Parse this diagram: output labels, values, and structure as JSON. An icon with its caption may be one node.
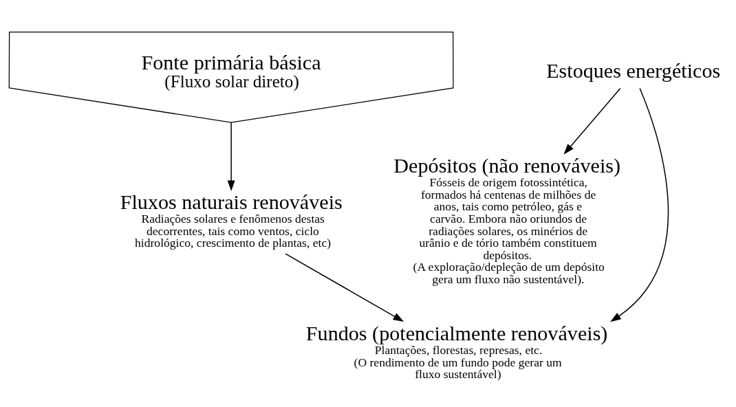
{
  "diagram": {
    "nodes": [
      {
        "text": [
          "Fonte primária básica",
          "(Fluxo solar direto)"
        ]
      },
      {
        "text": [
          "Estoques energéticos"
        ]
      },
      {
        "text": [
          "Depósitos (não renováveis)",
          "Fósseis de origem fotossintética, formados há centenas de milhões de anos, tais como petróleo, gás e carvão. Embora não oriundos de radiações solares, os minérios de urânio e de tório também constituem depósitos.",
          "(A exploração/depleção de um depósito gera um fluxo não sustentável)."
        ]
      },
      {
        "text": [
          "Fluxos naturais renováveis",
          "Radiações solares e fenômenos destas decorrentes, tais como ventos, ciclo hidrológico, crescimento de plantas, etc)"
        ]
      },
      {
        "text": [
          "Fundos (potencialmente renováveis)",
          "Plantações, florestas, represas, etc.",
          "(O rendimento de um fundo pode gerar um fluxo sustentável)"
        ]
      }
    ],
    "edges": [
      {
        "from": 0,
        "to": 3,
        "arrow": "to"
      },
      {
        "from": 1,
        "to": 2,
        "arrow": "to"
      },
      {
        "from": 1,
        "to": 4,
        "arrow": "to"
      },
      {
        "from": 3,
        "to": 4,
        "arrow": "to"
      }
    ]
  }
}
